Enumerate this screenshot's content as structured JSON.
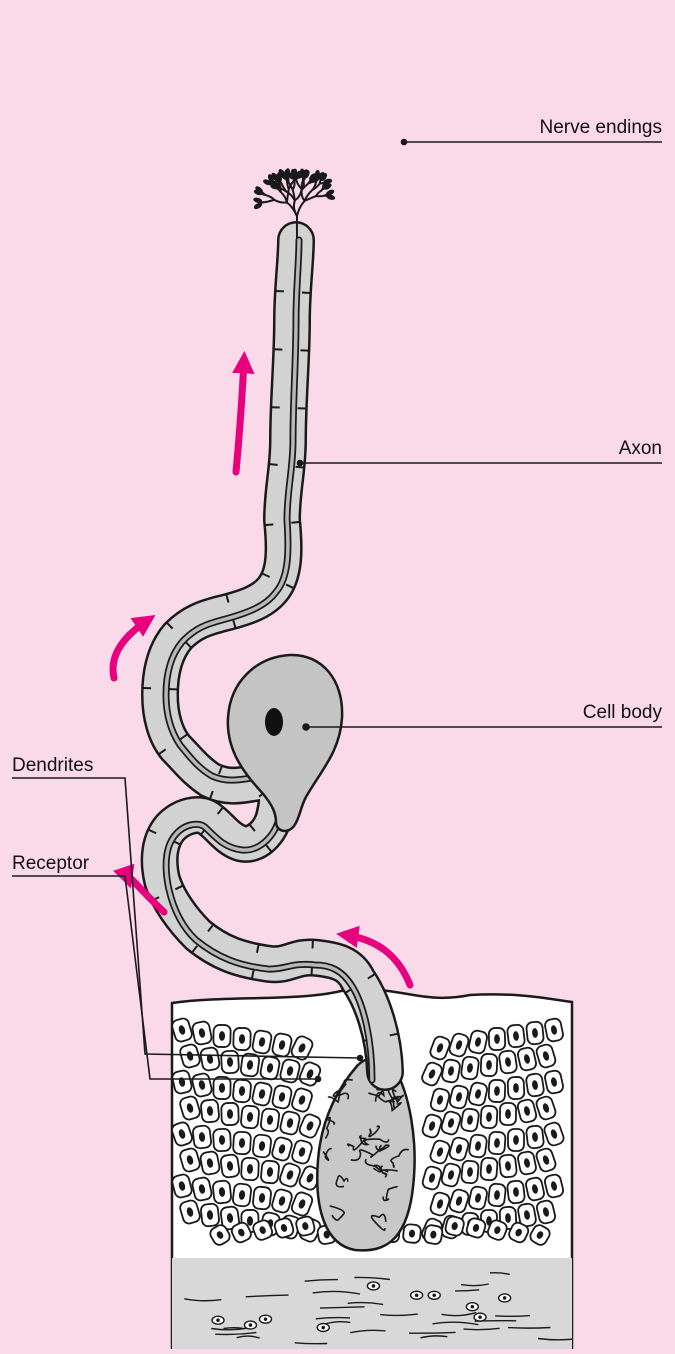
{
  "colors": {
    "background": "#fad9e9",
    "outline": "#1a1a1a",
    "sheath_fill": "#d2d2d2",
    "cell_body_fill": "#c4c4c4",
    "arrow": "#e6007e",
    "tissue_fill": "#ffffff",
    "receptor_fill": "#c8c8c8"
  },
  "labels": {
    "nerve_endings": "Nerve endings",
    "axon": "Axon",
    "cell_body": "Cell body",
    "dendrites": "Dendrites",
    "receptor": "Receptor"
  },
  "icons": {
    "signal_arrows": "curved-arrow",
    "count": 4
  }
}
